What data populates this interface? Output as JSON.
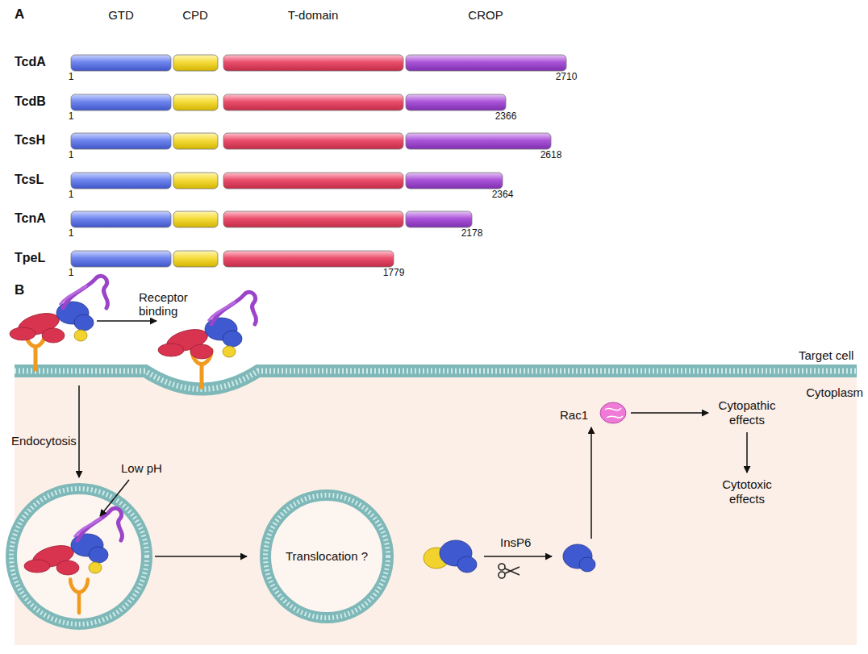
{
  "diagram": {
    "nodes": [
      {
        "text": [
          "Cytopathic effects"
        ]
      },
      {
        "text": [
          "Cytotoxic effects"
        ]
      },
      {
        "text": [
          "Translocation ?"
        ]
      }
    ],
    "edges": [
      {
        "from": 0,
        "to": 1,
        "arrow": "to"
      }
    ],
    "labels": [
      "A",
      "GTD",
      "CPD",
      "T-domain",
      "CROP",
      "TcdA",
      "1",
      "2710",
      "TcdB",
      "1",
      "2366",
      "TcsH",
      "1",
      "2618",
      "TcsL",
      "1",
      "2364",
      "TcnA",
      "1",
      "2178",
      "TpeL",
      "1",
      "1779",
      "B",
      "Receptor binding",
      "Target cell",
      "Cytoplasm",
      "Endocytosis",
      "Low pH",
      "InsP6",
      "Rac1"
    ]
  }
}
